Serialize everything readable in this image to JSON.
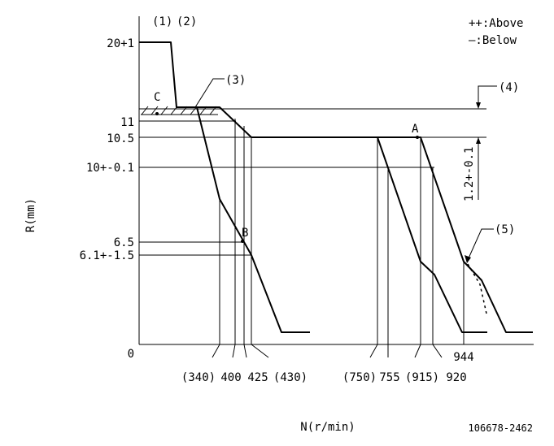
{
  "legend": {
    "above": "++:Above",
    "below": "—:Below"
  },
  "callouts": {
    "c1": "(1)",
    "c2": "(2)",
    "c3": "(3)",
    "c4": "(4)",
    "c5": "(5)",
    "point_a": "A",
    "point_b": "B",
    "point_c": "C",
    "dim_vertical": "1.2+-0.1"
  },
  "y_axis": {
    "label": "R(mm)",
    "ticks": [
      "20+1",
      "11",
      "10.5",
      "10+-0.1",
      "6.5",
      "6.1+-1.5",
      "0"
    ]
  },
  "x_axis": {
    "label": "N(r/min)",
    "ticks": [
      "(340)",
      "400",
      "425",
      "(430)",
      "(750)",
      "755",
      "(915)",
      "920",
      "944"
    ]
  },
  "drawing_number": "106678-2462"
}
